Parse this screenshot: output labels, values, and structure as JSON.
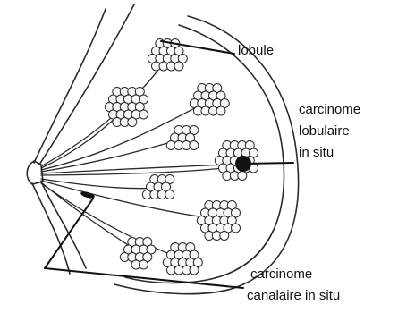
{
  "labels": {
    "lobule": "lobule",
    "lobular": [
      "carcinome",
      "lobulaire",
      "in situ"
    ],
    "ductal": [
      "carcinome",
      "canalaire in situ"
    ]
  },
  "colors": {
    "ink": "#2a2a2a",
    "lobule_fill": "#f7f7f7",
    "background": "#ffffff"
  }
}
